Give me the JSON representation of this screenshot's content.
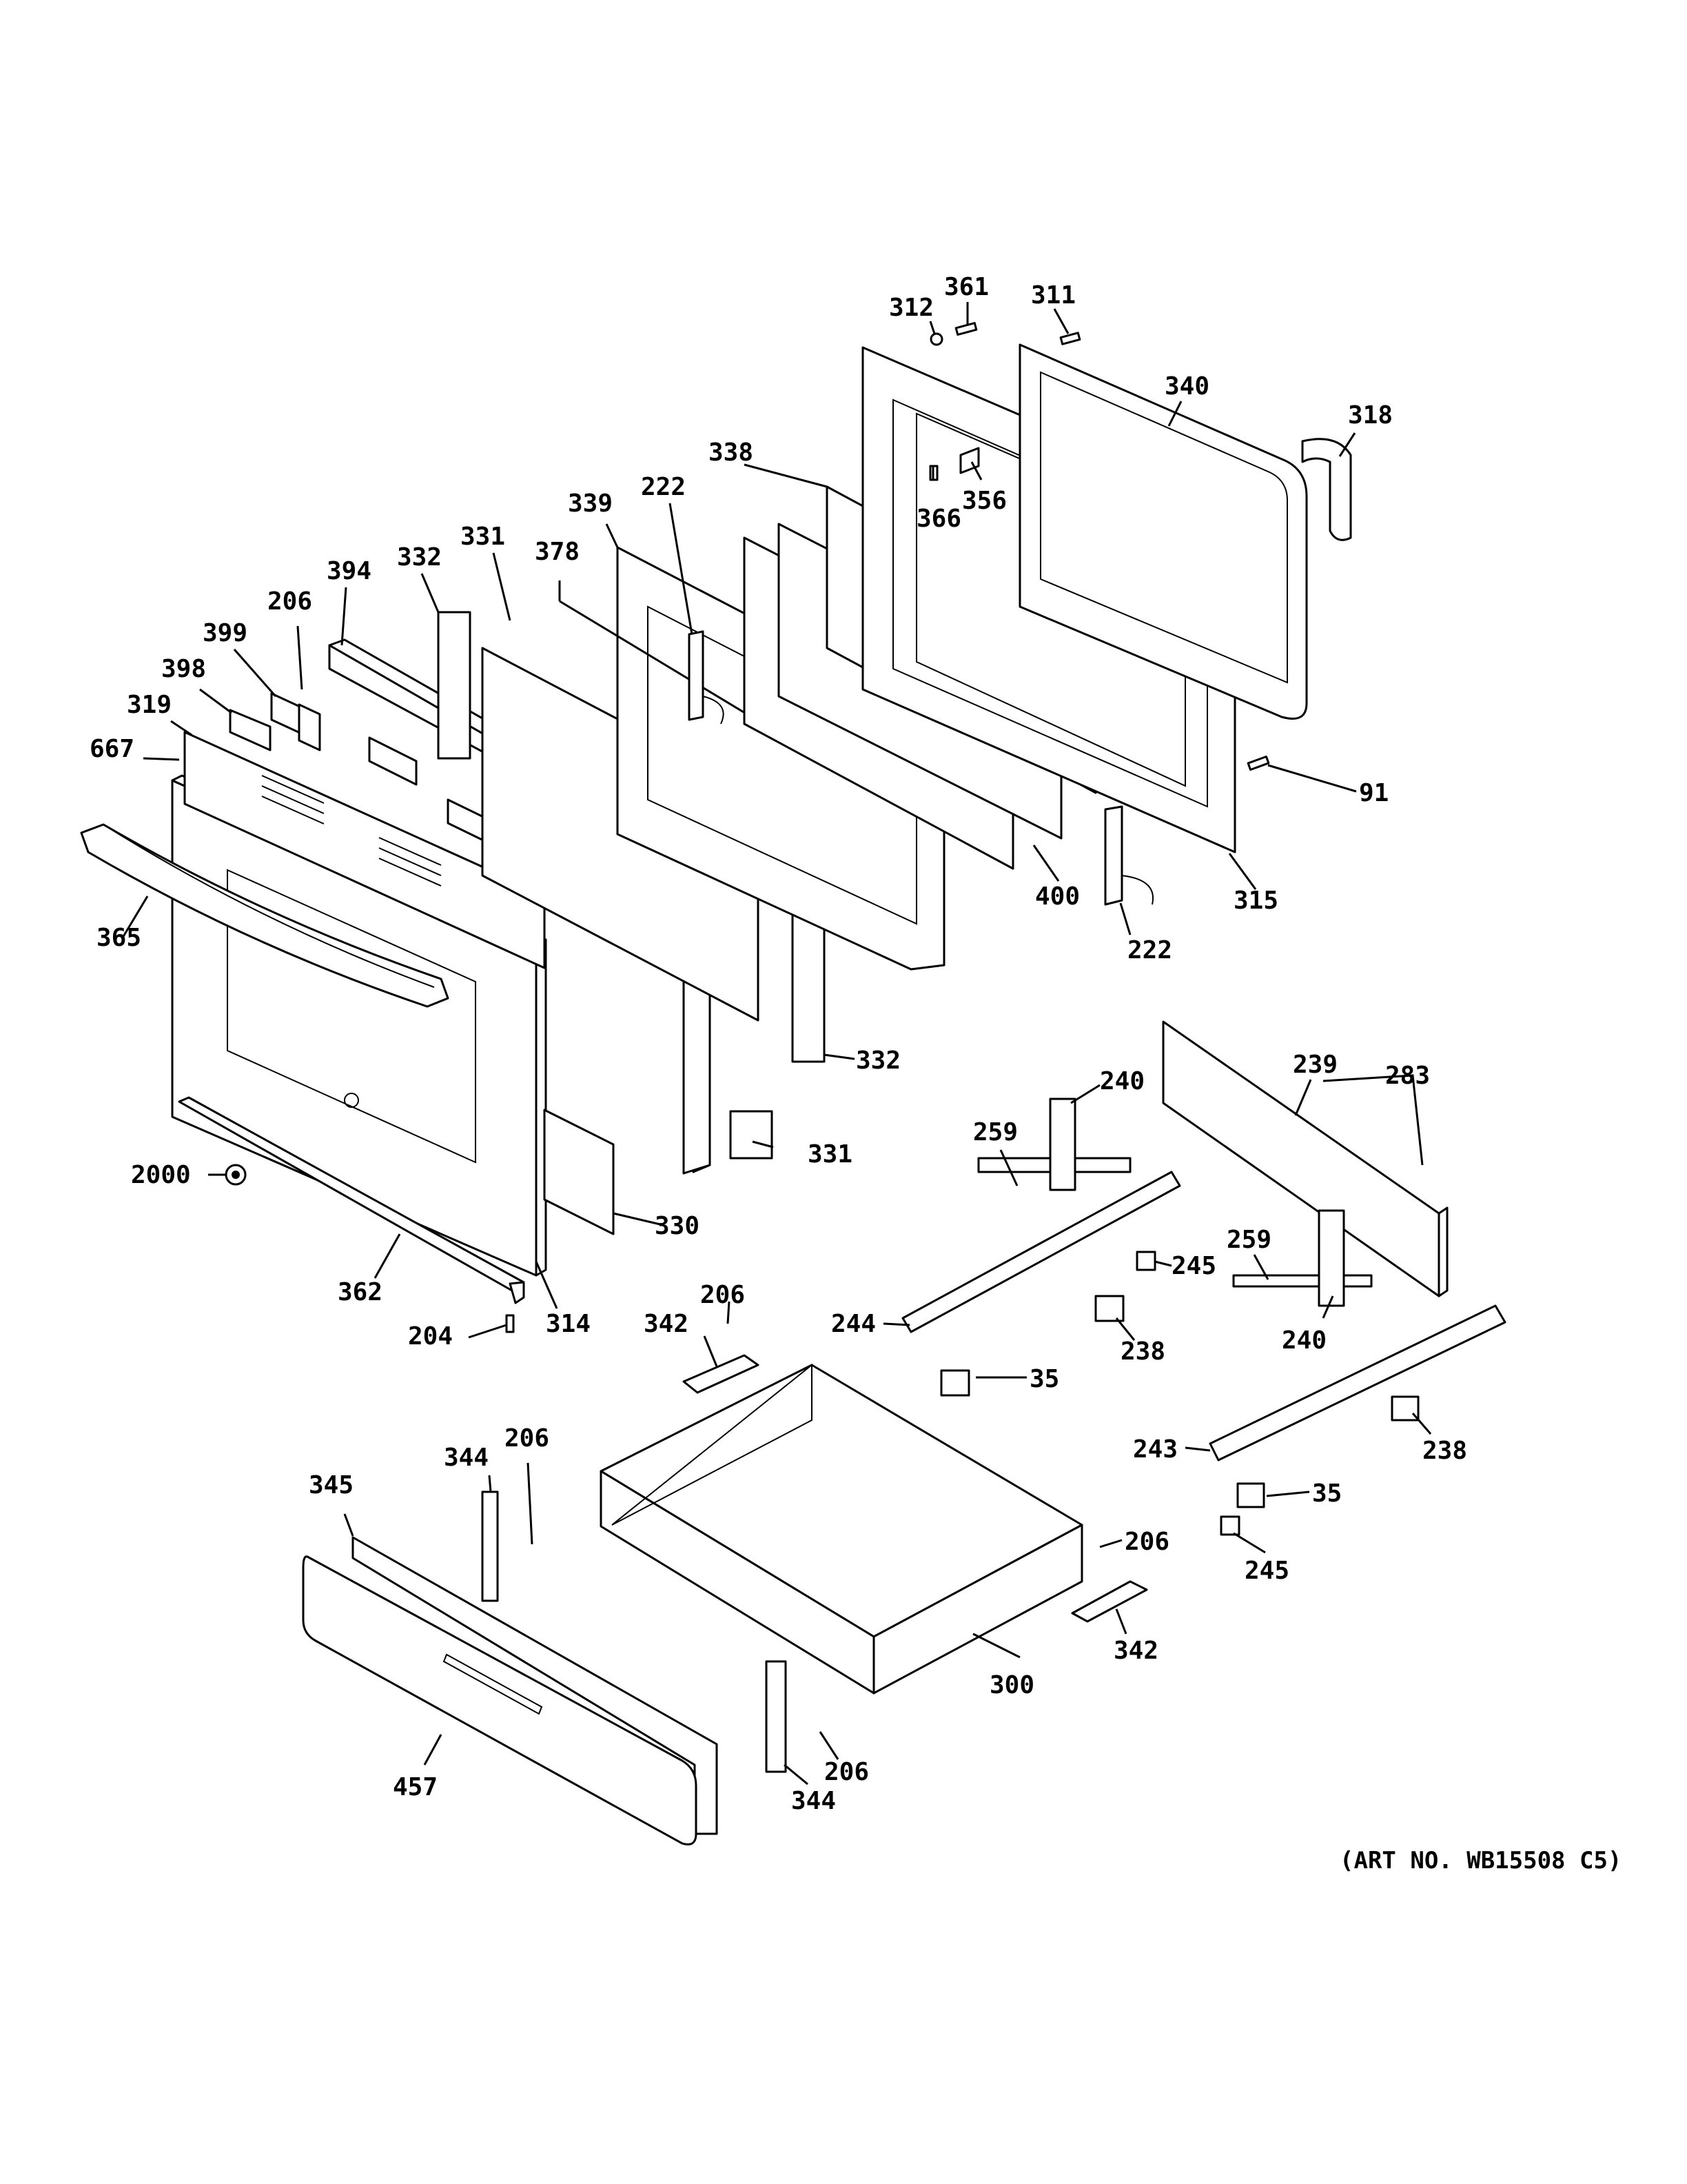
{
  "art_number": "(ART NO. WB15508 C5)",
  "callouts": [
    {
      "id": "c-312",
      "text": "312"
    },
    {
      "id": "c-361",
      "text": "361"
    },
    {
      "id": "c-311",
      "text": "311"
    },
    {
      "id": "c-340",
      "text": "340"
    },
    {
      "id": "c-318",
      "text": "318"
    },
    {
      "id": "c-338",
      "text": "338"
    },
    {
      "id": "c-366",
      "text": "366"
    },
    {
      "id": "c-356",
      "text": "356"
    },
    {
      "id": "c-339",
      "text": "339"
    },
    {
      "id": "c-222a",
      "text": "222"
    },
    {
      "id": "c-378",
      "text": "378"
    },
    {
      "id": "c-331a",
      "text": "331"
    },
    {
      "id": "c-332a",
      "text": "332"
    },
    {
      "id": "c-394",
      "text": "394"
    },
    {
      "id": "c-206a",
      "text": "206"
    },
    {
      "id": "c-399",
      "text": "399"
    },
    {
      "id": "c-398",
      "text": "398"
    },
    {
      "id": "c-319",
      "text": "319"
    },
    {
      "id": "c-667",
      "text": "667"
    },
    {
      "id": "c-365",
      "text": "365"
    },
    {
      "id": "c-91",
      "text": "91"
    },
    {
      "id": "c-315",
      "text": "315"
    },
    {
      "id": "c-400",
      "text": "400"
    },
    {
      "id": "c-222b",
      "text": "222"
    },
    {
      "id": "c-332b",
      "text": "332"
    },
    {
      "id": "c-331b",
      "text": "331"
    },
    {
      "id": "c-330",
      "text": "330"
    },
    {
      "id": "c-2000",
      "text": "2000"
    },
    {
      "id": "c-362",
      "text": "362"
    },
    {
      "id": "c-314",
      "text": "314"
    },
    {
      "id": "c-204",
      "text": "204"
    },
    {
      "id": "c-240a",
      "text": "240"
    },
    {
      "id": "c-239",
      "text": "239"
    },
    {
      "id": "c-283",
      "text": "283"
    },
    {
      "id": "c-259a",
      "text": "259"
    },
    {
      "id": "c-245a",
      "text": "245"
    },
    {
      "id": "c-259b",
      "text": "259"
    },
    {
      "id": "c-240b",
      "text": "240"
    },
    {
      "id": "c-238a",
      "text": "238"
    },
    {
      "id": "c-244",
      "text": "244"
    },
    {
      "id": "c-35a",
      "text": "35"
    },
    {
      "id": "c-206b",
      "text": "206"
    },
    {
      "id": "c-342a",
      "text": "342"
    },
    {
      "id": "c-243",
      "text": "243"
    },
    {
      "id": "c-238b",
      "text": "238"
    },
    {
      "id": "c-35b",
      "text": "35"
    },
    {
      "id": "c-245b",
      "text": "245"
    },
    {
      "id": "c-206c",
      "text": "206"
    },
    {
      "id": "c-344a",
      "text": "344"
    },
    {
      "id": "c-345",
      "text": "345"
    },
    {
      "id": "c-206d",
      "text": "206"
    },
    {
      "id": "c-342b",
      "text": "342"
    },
    {
      "id": "c-300",
      "text": "300"
    },
    {
      "id": "c-457",
      "text": "457"
    },
    {
      "id": "c-206e",
      "text": "206"
    },
    {
      "id": "c-344b",
      "text": "344"
    }
  ]
}
